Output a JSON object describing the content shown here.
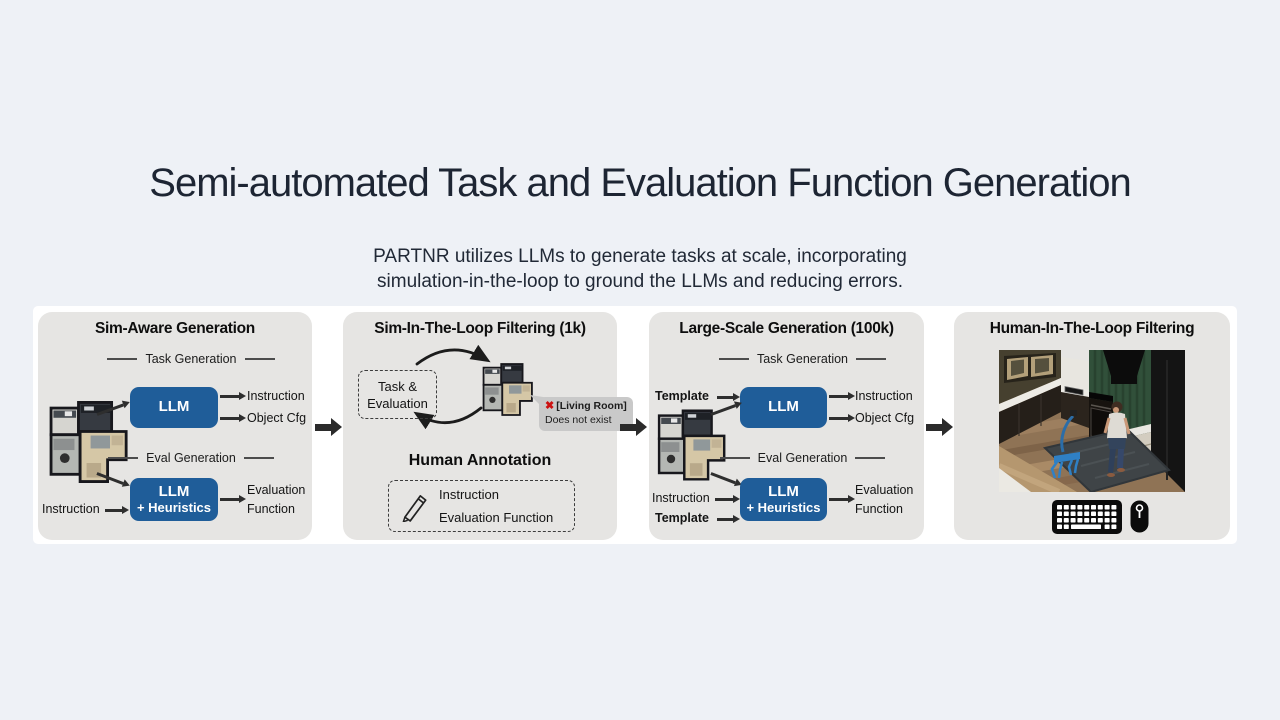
{
  "slide": {
    "title": "Semi-automated Task and Evaluation Function Generation",
    "subtitle1": "PARTNR utilizes LLMs to generate tasks at scale, incorporating",
    "subtitle2": "simulation-in-the-loop to ground the LLMs and reducing errors."
  },
  "colors": {
    "accent_blue": "#1f5d99",
    "panel_gray": "#e6e5e3",
    "error_red": "#cc1111",
    "background": "#eef1f6"
  },
  "p1": {
    "title": "Sim-Aware Generation",
    "task_header": "Task Generation",
    "eval_header": "Eval Generation",
    "llm": "LLM",
    "llmh1": "LLM",
    "llmh2": "+ Heuristics",
    "out_instruction": "Instruction",
    "out_object_cfg": "Object Cfg",
    "out_eval1": "Evaluation",
    "out_eval2": "Function",
    "in_instruction": "Instruction"
  },
  "p2": {
    "title": "Sim-In-The-Loop Filtering (1k)",
    "task_eval1": "Task &",
    "task_eval2": "Evaluation",
    "error_mark": "✖",
    "error1": "[Living Room]",
    "error2": "Does not exist",
    "human_annotation": "Human Annotation",
    "annot_instruction": "Instruction",
    "annot_eval": "Evaluation Function"
  },
  "p3": {
    "title": "Large-Scale Generation (100k)",
    "task_header": "Task Generation",
    "eval_header": "Eval Generation",
    "template_top": "Template",
    "llm": "LLM",
    "out_instruction": "Instruction",
    "out_object_cfg": "Object Cfg",
    "in_instruction": "Instruction",
    "template_bottom": "Template",
    "llmh1": "LLM",
    "llmh2": "+ Heuristics",
    "out_eval1": "Evaluation",
    "out_eval2": "Function"
  },
  "p4": {
    "title": "Human-In-The-Loop Filtering"
  }
}
